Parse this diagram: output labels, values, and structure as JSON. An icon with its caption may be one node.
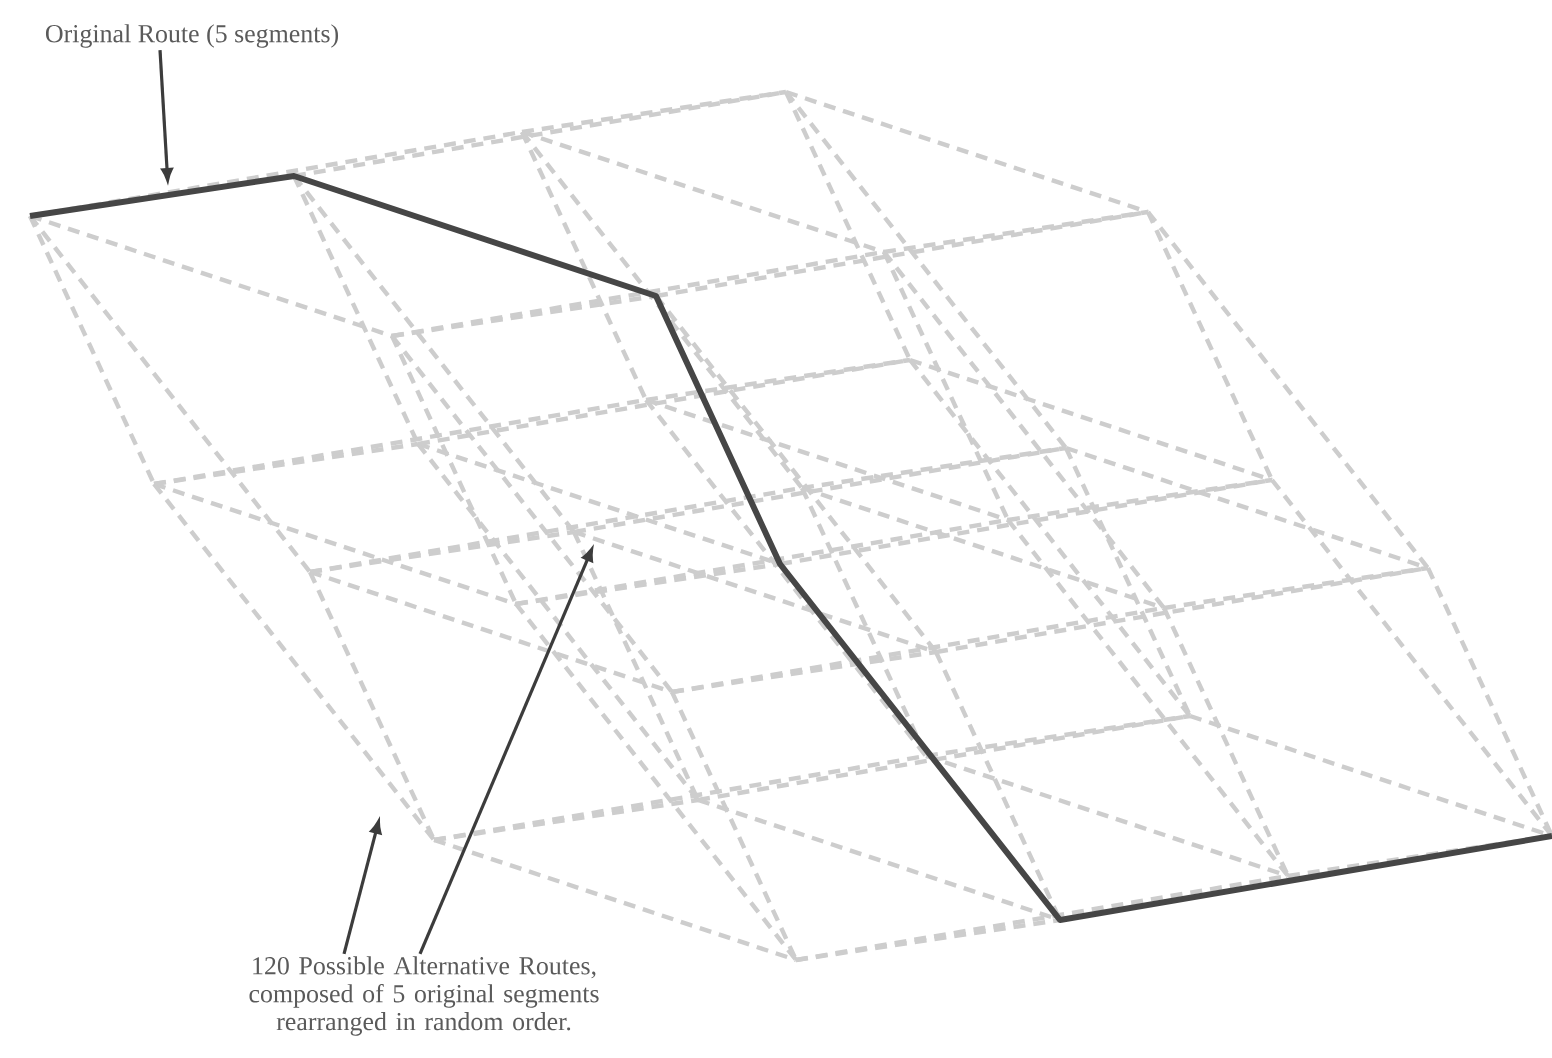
{
  "diagram": {
    "nodes": [
      {
        "text": [
          "Original Route (5 segments)"
        ]
      },
      {
        "text": [
          "120 Possible Alternative Routes, composed of 5 original segments rearranged in random order."
        ]
      }
    ],
    "edges": [
      {
        "from": 0,
        "to": null,
        "arrow": "to"
      },
      {
        "from": 1,
        "to": null,
        "arrow": "to"
      },
      {
        "from": 1,
        "to": null,
        "arrow": "to"
      }
    ]
  }
}
